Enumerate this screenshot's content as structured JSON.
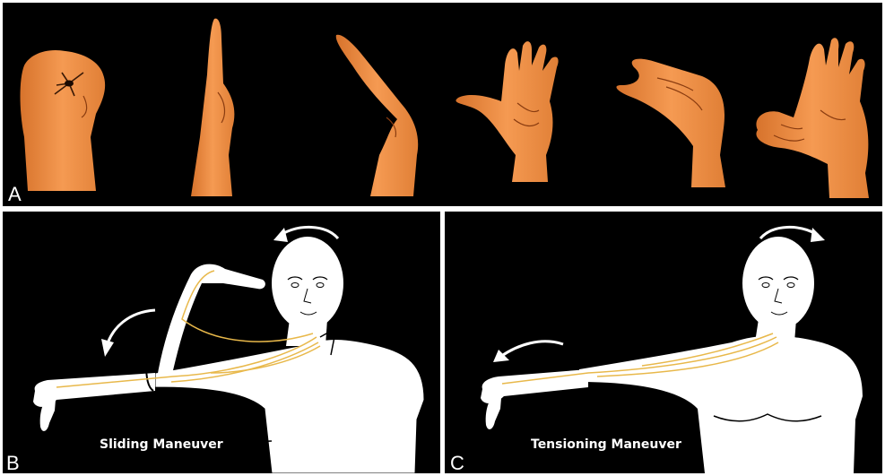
{
  "panels": {
    "a": {
      "letter": "A",
      "hand_positions": [
        "fist",
        "straight-hand",
        "wrist-flexed-hand",
        "thumb-extended-hand",
        "wrist-extended-hand",
        "thumb-stretched-hand"
      ]
    },
    "b": {
      "letter": "B",
      "caption": "Sliding Maneuver"
    },
    "c": {
      "letter": "C",
      "caption": "Tensioning Maneuver"
    }
  },
  "colors": {
    "background": "#000000",
    "skin": "#f2914a",
    "skin_shadow": "#c56522",
    "body": "#ffffff",
    "nerve": "#e8b84a",
    "arrow": "#ffffff",
    "text": "#ffffff"
  }
}
